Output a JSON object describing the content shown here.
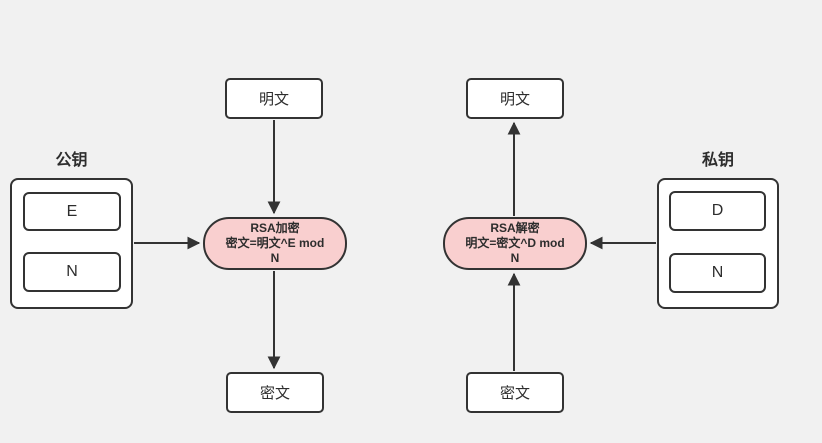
{
  "colors": {
    "background": "#f1f1f1",
    "node-fill": "#ffffff",
    "node-border": "#333333",
    "process-fill": "#f9cfcf",
    "line": "#333333",
    "text": "#2d2d2d"
  },
  "public_key": {
    "title": "公钥",
    "slots": [
      "E",
      "N"
    ]
  },
  "private_key": {
    "title": "私钥",
    "slots": [
      "D",
      "N"
    ]
  },
  "encrypt_flow": {
    "input": "明文",
    "process_title": "RSA加密",
    "process_formula": "密文=明文^E mod",
    "process_formula_cont": "N",
    "output": "密文"
  },
  "decrypt_flow": {
    "input": "密文",
    "process_title": "RSA解密",
    "process_formula": "明文=密文^D mod",
    "process_formula_cont": "N",
    "output": "明文"
  }
}
